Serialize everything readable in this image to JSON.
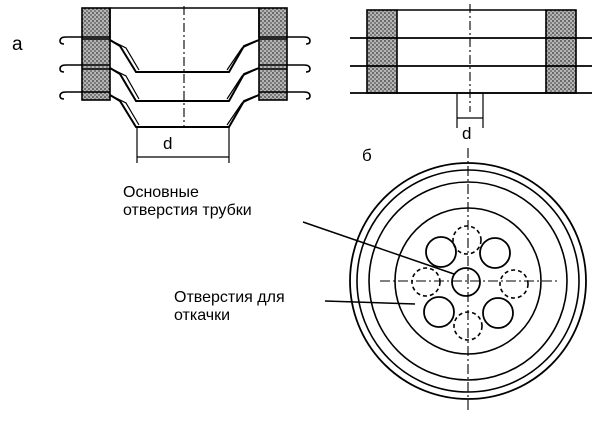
{
  "panels": {
    "a": "а",
    "b": "б"
  },
  "dimensions": {
    "left": "d",
    "right": "d"
  },
  "callouts": {
    "main_holes": [
      "Основные",
      "отверстия трубки"
    ],
    "pump_holes": [
      "Отверстия для",
      "откачки"
    ]
  },
  "colors": {
    "ink": "#000000",
    "hatch": "#7a7a7a"
  }
}
